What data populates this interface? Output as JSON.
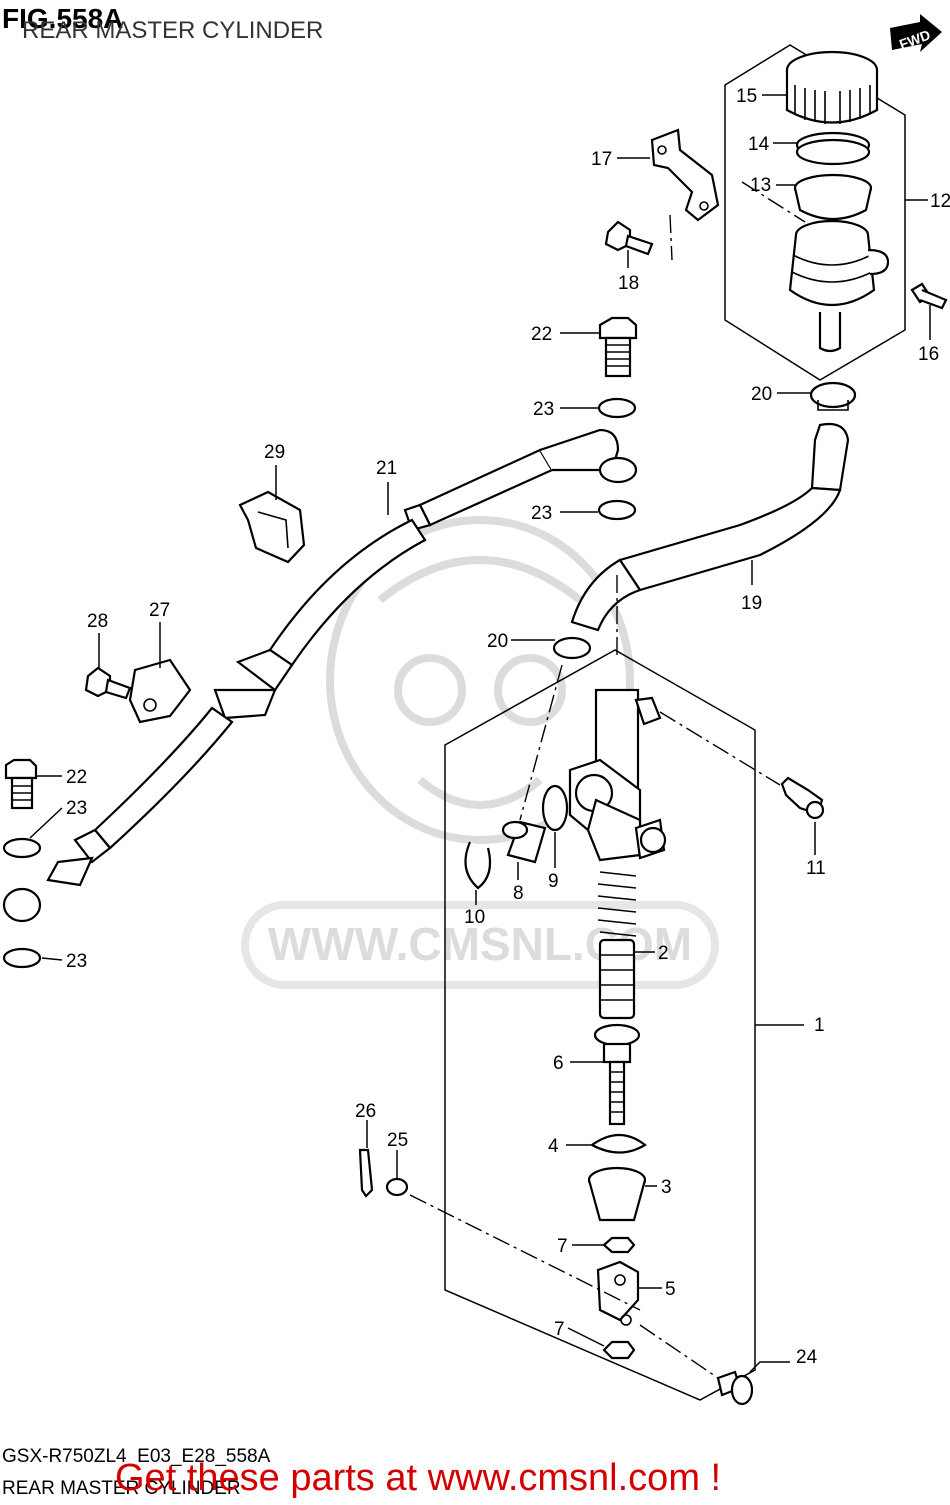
{
  "header": {
    "fig_number": "FIG.558A",
    "subtitle": "REAR MASTER CYLINDER"
  },
  "fwd_badge": "FWD",
  "watermark": {
    "text": "WWW.CMSNL.COM"
  },
  "callouts": [
    "1",
    "2",
    "3",
    "4",
    "5",
    "6",
    "7",
    "7",
    "8",
    "9",
    "10",
    "11",
    "12",
    "13",
    "14",
    "15",
    "16",
    "17",
    "18",
    "19",
    "20",
    "20",
    "21",
    "22",
    "22",
    "23",
    "23",
    "23",
    "23",
    "24",
    "25",
    "26",
    "27",
    "28",
    "29"
  ],
  "footer": {
    "model_code": "GSX-R750ZL4_E03_E28_558A",
    "title": "REAR MASTER CYLINDER",
    "cta": "Get these parts at www.cmsnl.com !"
  },
  "colors": {
    "cta": "#d40000",
    "lines": "#000000",
    "watermark": "#dcdcdc"
  }
}
